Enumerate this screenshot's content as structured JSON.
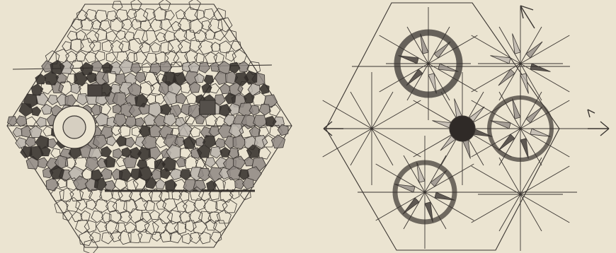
{
  "colors": {
    "paper": "#ebe4d1",
    "ink": "#3a3531",
    "dark_fill": "#2f2a27",
    "mid_fill": "#8e8782",
    "light_fill": "#b9b3ab"
  },
  "figures": [
    {
      "id": "left",
      "icon": "hexagonal-tessellation-drawing",
      "style": "sparse-pentagonal-tiling"
    },
    {
      "id": "right",
      "icon": "hexagonal-star-rosette-drawing",
      "style": "star-and-circle-rosette"
    }
  ]
}
